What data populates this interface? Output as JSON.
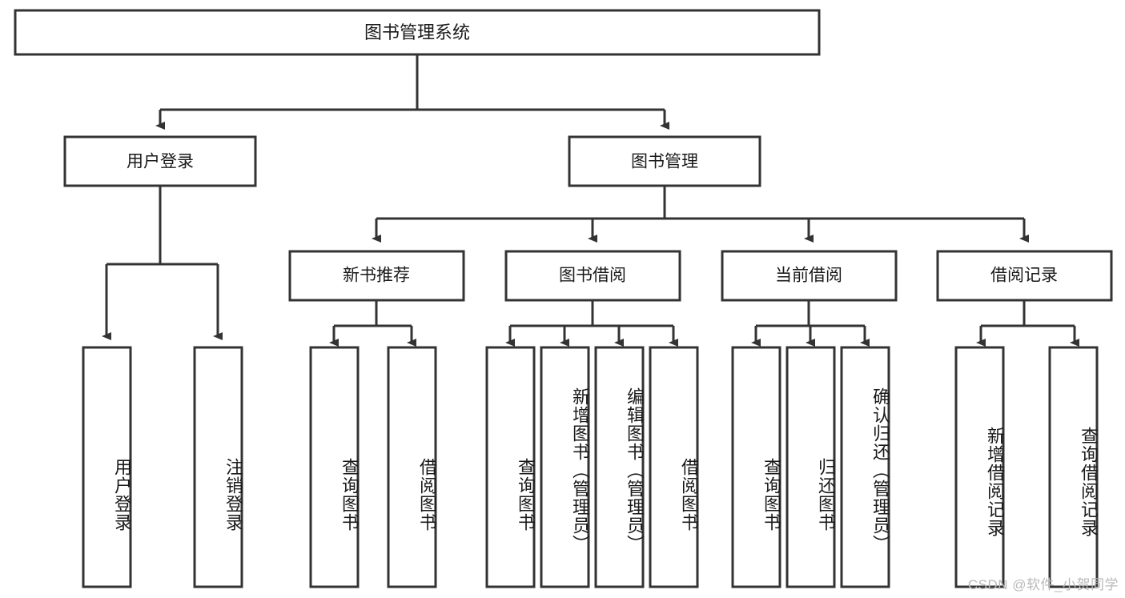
{
  "diagram": {
    "type": "tree-hierarchy-chart",
    "title_node": {
      "label": "图书管理系统"
    },
    "level2": [
      {
        "id": "user-login",
        "label": "用户登录"
      },
      {
        "id": "book-management",
        "label": "图书管理"
      }
    ],
    "level3": [
      {
        "id": "new-book-recommend",
        "label": "新书推荐",
        "parent": "book-management"
      },
      {
        "id": "book-borrow",
        "label": "图书借阅",
        "parent": "book-management"
      },
      {
        "id": "current-borrow",
        "label": "当前借阅",
        "parent": "book-management"
      },
      {
        "id": "borrow-record",
        "label": "借阅记录",
        "parent": "book-management"
      }
    ],
    "leaves": [
      {
        "id": "leaf-user-login",
        "label": "用户登录",
        "parent": "user-login"
      },
      {
        "id": "leaf-logout-login",
        "label": "注销登录",
        "parent": "user-login"
      },
      {
        "id": "leaf-query-book-1",
        "label": "查询图书",
        "parent": "new-book-recommend"
      },
      {
        "id": "leaf-borrow-book-1",
        "label": "借阅图书",
        "parent": "new-book-recommend"
      },
      {
        "id": "leaf-query-book-2",
        "label": "查询图书",
        "parent": "book-borrow"
      },
      {
        "id": "leaf-add-book",
        "label": "新增图书（管理员）",
        "parent": "book-borrow"
      },
      {
        "id": "leaf-edit-book",
        "label": "编辑图书（管理员）",
        "parent": "book-borrow"
      },
      {
        "id": "leaf-borrow-book-2",
        "label": "借阅图书",
        "parent": "book-borrow"
      },
      {
        "id": "leaf-query-book-3",
        "label": "查询图书",
        "parent": "current-borrow"
      },
      {
        "id": "leaf-return-book",
        "label": "归还图书",
        "parent": "current-borrow"
      },
      {
        "id": "leaf-confirm-return",
        "label": "确认归还（管理员）",
        "parent": "current-borrow"
      },
      {
        "id": "leaf-add-record",
        "label": "新增借阅记录",
        "parent": "borrow-record"
      },
      {
        "id": "leaf-query-record",
        "label": "查询借阅记录",
        "parent": "borrow-record"
      }
    ],
    "colors": {
      "stroke": "#333333",
      "fill": "#ffffff",
      "text": "#1a1a1a",
      "watermark": "#b9b9b9"
    }
  },
  "watermark": {
    "text": "CSDN @软件_小贺同学"
  }
}
